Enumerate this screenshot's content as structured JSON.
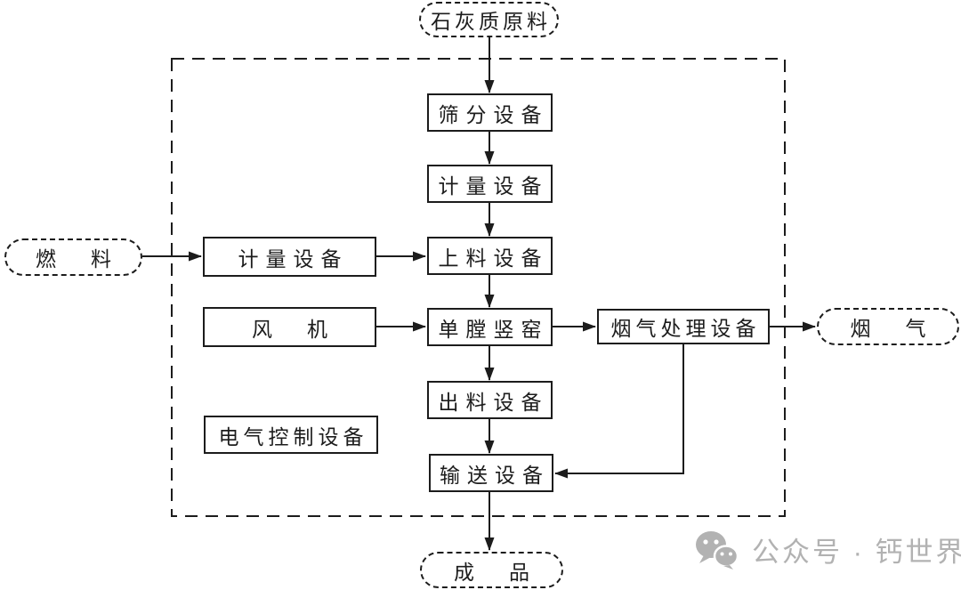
{
  "diagram": {
    "type": "process-flowchart",
    "boundary": "dashed-system-border",
    "colors": {
      "line": "#1c1c1c",
      "background": "#ffffff",
      "watermark": "#b2b2b2"
    }
  },
  "nodes": {
    "limestone": {
      "label": "石灰质原料",
      "shape": "dashed-pill"
    },
    "screening": {
      "label": "筛分设备",
      "shape": "rect"
    },
    "metering_top": {
      "label": "计量设备",
      "shape": "rect"
    },
    "feeding": {
      "label": "上料设备",
      "shape": "rect"
    },
    "kiln": {
      "label": "单膛竖窑",
      "shape": "rect"
    },
    "discharge": {
      "label": "出料设备",
      "shape": "rect"
    },
    "conveying": {
      "label": "输送设备",
      "shape": "rect"
    },
    "metering_left": {
      "label": "计量设备",
      "shape": "rect"
    },
    "fan": {
      "label": "风　机",
      "shape": "rect"
    },
    "electric_control": {
      "label": "电气控制设备",
      "shape": "rect"
    },
    "flue_gas_treatment": {
      "label": "烟气处理设备",
      "shape": "rect"
    },
    "fuel": {
      "label": "燃　料",
      "shape": "dashed-pill"
    },
    "flue_gas": {
      "label": "烟　气",
      "shape": "dashed-pill"
    },
    "product": {
      "label": "成　品",
      "shape": "dashed-pill"
    }
  },
  "edges": [
    {
      "from": "石灰质原料",
      "to": "筛分设备"
    },
    {
      "from": "筛分设备",
      "to": "计量设备"
    },
    {
      "from": "计量设备",
      "to": "上料设备"
    },
    {
      "from": "上料设备",
      "to": "单膛竖窑"
    },
    {
      "from": "单膛竖窑",
      "to": "出料设备"
    },
    {
      "from": "出料设备",
      "to": "输送设备"
    },
    {
      "from": "输送设备",
      "to": "成品"
    },
    {
      "from": "燃料",
      "to": "计量设备(左)"
    },
    {
      "from": "计量设备(左)",
      "to": "上料设备"
    },
    {
      "from": "风机",
      "to": "单膛竖窑"
    },
    {
      "from": "单膛竖窑",
      "to": "烟气处理设备"
    },
    {
      "from": "烟气处理设备",
      "to": "烟气"
    },
    {
      "from": "烟气处理设备",
      "to": "输送设备"
    }
  ],
  "watermark": {
    "icon": "wechat-icon",
    "text": "公众号 · 钙世界"
  }
}
